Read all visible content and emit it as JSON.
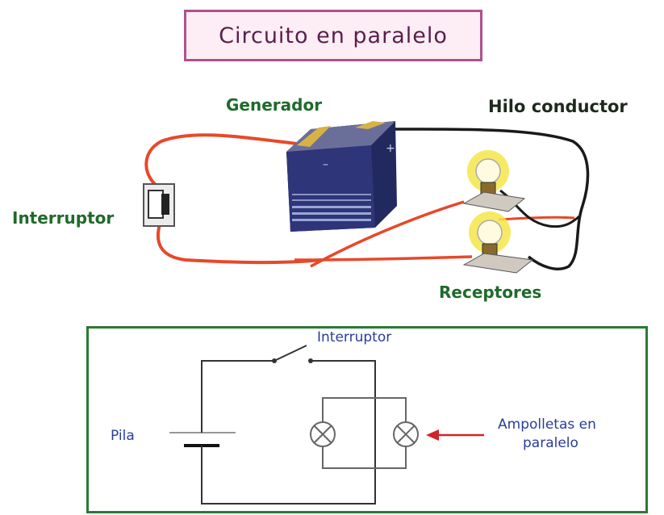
{
  "title": "Circuito en paralelo",
  "illustration": {
    "generator_label": "Generador",
    "wire_label": "Hilo conductor",
    "switch_label": "Interruptor",
    "receivers_label": "Receptores"
  },
  "schematic": {
    "switch_label": "Interruptor",
    "battery_label": "Pila",
    "bulbs_label_line1": "Ampolletas en",
    "bulbs_label_line2": "paralelo"
  },
  "colors": {
    "title_border": "#b0508f",
    "title_fill": "#fdeef6",
    "red_wire": "#e8482a",
    "black_wire": "#1a1a1a",
    "battery_body": "#2e3579",
    "battery_top": "#c9a23a",
    "bulb_glow": "#f4e64a",
    "schematic_border": "#2a7a34",
    "schematic_text": "#2a3c9a",
    "arrow": "#d0242a"
  }
}
